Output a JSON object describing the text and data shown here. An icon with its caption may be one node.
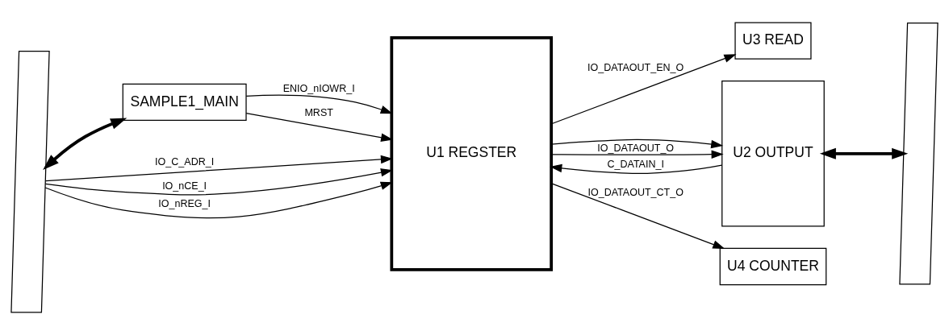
{
  "diagram": {
    "nodes": [
      {
        "text": [],
        "shape": "parallelogram"
      },
      {
        "text": [
          "SAMPLE1_MAIN"
        ]
      },
      {
        "text": [
          "U1 REGSTER"
        ]
      },
      {
        "text": [
          "U3 READ"
        ]
      },
      {
        "text": [
          "U2 OUTPUT"
        ]
      },
      {
        "text": [
          "U4 COUNTER"
        ]
      },
      {
        "text": [],
        "shape": "parallelogram"
      }
    ],
    "edges": [
      {
        "from": 0,
        "to": 1,
        "arrow": "both",
        "style": "thick"
      },
      {
        "from": 1,
        "to": 2,
        "arrow": "to",
        "label": "ENIO_nIOWR_I"
      },
      {
        "from": 1,
        "to": 2,
        "arrow": "to",
        "label": "MRST"
      },
      {
        "from": 0,
        "to": 2,
        "arrow": "to",
        "label": "IO_C_ADR_I"
      },
      {
        "from": 0,
        "to": 2,
        "arrow": "to",
        "label": "IO_nCE_I"
      },
      {
        "from": 0,
        "to": 2,
        "arrow": "to",
        "label": "IO_nREG_I"
      },
      {
        "from": 2,
        "to": 3,
        "arrow": "to",
        "label": "IO_DATAOUT_EN_O"
      },
      {
        "from": 2,
        "to": 4,
        "arrow": "to"
      },
      {
        "from": 2,
        "to": 4,
        "arrow": "to",
        "label": "IO_DATAOUT_O"
      },
      {
        "from": 4,
        "to": 2,
        "arrow": "to",
        "label": "C_DATAIN_I"
      },
      {
        "from": 2,
        "to": 5,
        "arrow": "to",
        "label": "IO_DATAOUT_CT_O"
      },
      {
        "from": 4,
        "to": 6,
        "arrow": "both",
        "style": "thick"
      }
    ]
  }
}
